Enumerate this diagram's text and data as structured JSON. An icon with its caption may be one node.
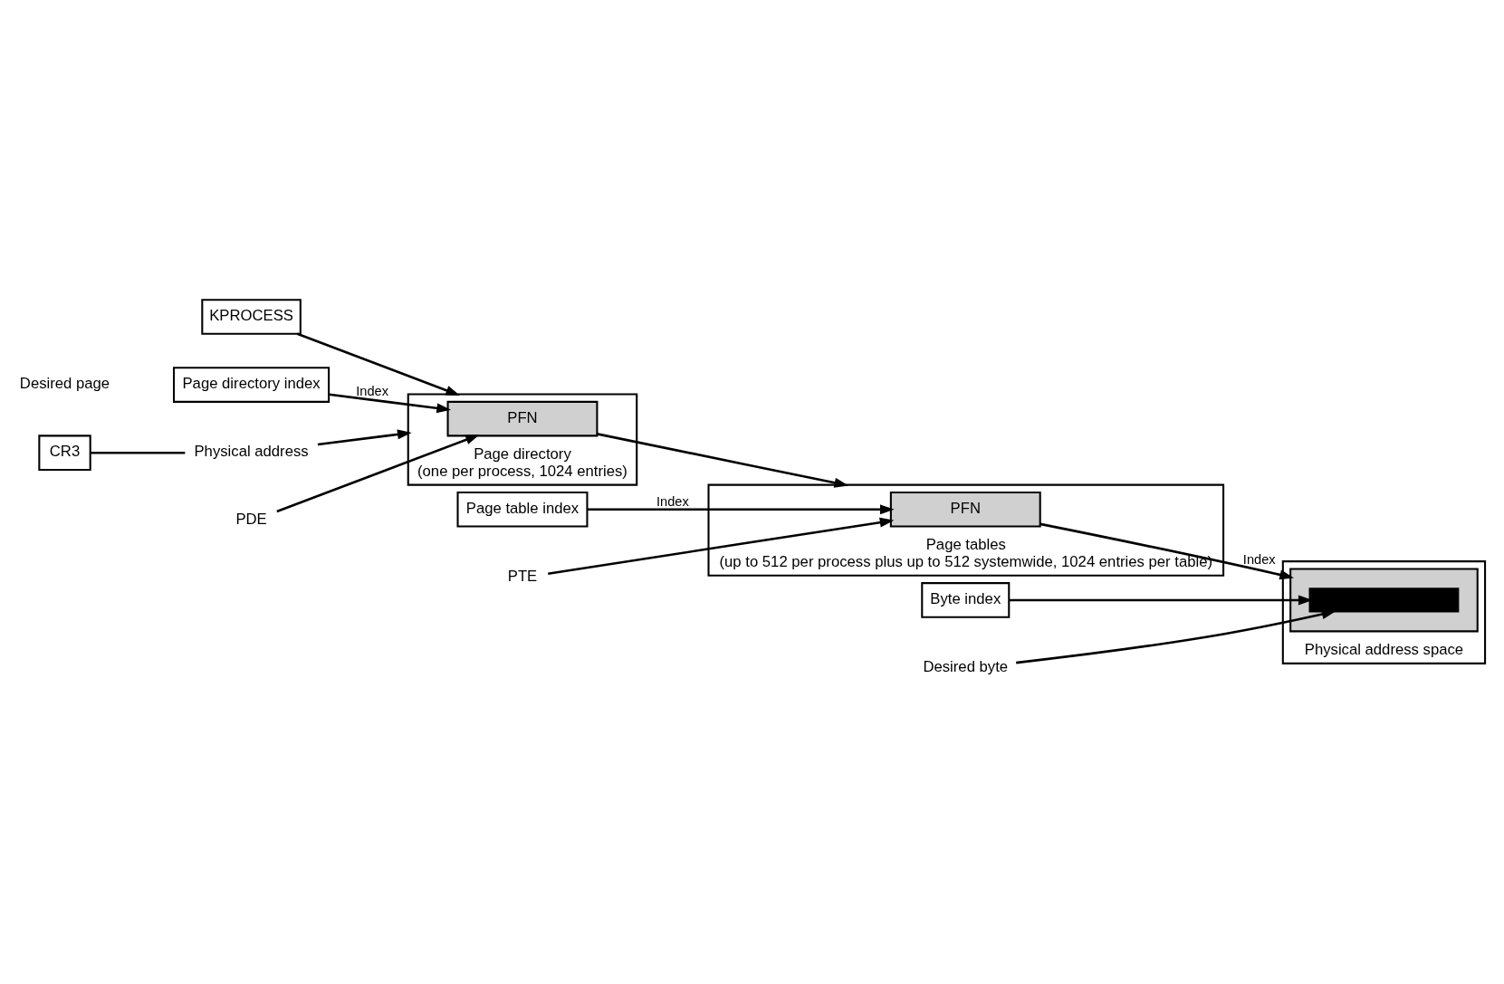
{
  "diagram": {
    "nodes": [
      {
        "text": [
          "KPROCESS"
        ]
      },
      {
        "text": [
          "Page directory index"
        ]
      },
      {
        "text": [
          "Page table index"
        ]
      },
      {
        "text": [
          "Byte index"
        ]
      },
      {
        "text": [
          "CR3"
        ]
      },
      {
        "text": [
          "Physical address"
        ]
      },
      {
        "text": [
          "Page directory",
          "(one per process, 1024 entries)"
        ]
      },
      {
        "text": [
          "PFN"
        ],
        "in": 6
      },
      {
        "text": [
          "PDE"
        ]
      },
      {
        "text": [
          "Page tables",
          "(up to 512 per process plus up to 512 systemwide, 1024 entries per table)"
        ]
      },
      {
        "text": [
          "PFN"
        ],
        "in": 9
      },
      {
        "text": [
          "PTE"
        ]
      },
      {
        "text": [
          "Physical address space"
        ]
      },
      {
        "text": [],
        "shape": "box",
        "in": 12
      },
      {
        "text": [],
        "shape": "bar",
        "in": 13
      },
      {
        "text": [
          "Desired byte"
        ]
      }
    ],
    "edges": [
      {
        "from": 0,
        "to": 6,
        "arrow": "to"
      },
      {
        "from": 1,
        "to": 7,
        "arrow": "to",
        "label": "Index"
      },
      {
        "from": 4,
        "to": 5,
        "arrow": "none"
      },
      {
        "from": 5,
        "to": 6,
        "arrow": "to"
      },
      {
        "from": 8,
        "to": 7,
        "arrow": "to"
      },
      {
        "from": 7,
        "to": 9,
        "arrow": "to"
      },
      {
        "from": 2,
        "to": 10,
        "arrow": "to",
        "label": "Index"
      },
      {
        "from": 11,
        "to": 10,
        "arrow": "to"
      },
      {
        "from": 10,
        "to": 13,
        "arrow": "to",
        "label": "Index"
      },
      {
        "from": 3,
        "to": 14,
        "arrow": "to"
      },
      {
        "from": 15,
        "to": 14,
        "arrow": "to"
      }
    ],
    "labels": [
      "Desired page"
    ]
  }
}
